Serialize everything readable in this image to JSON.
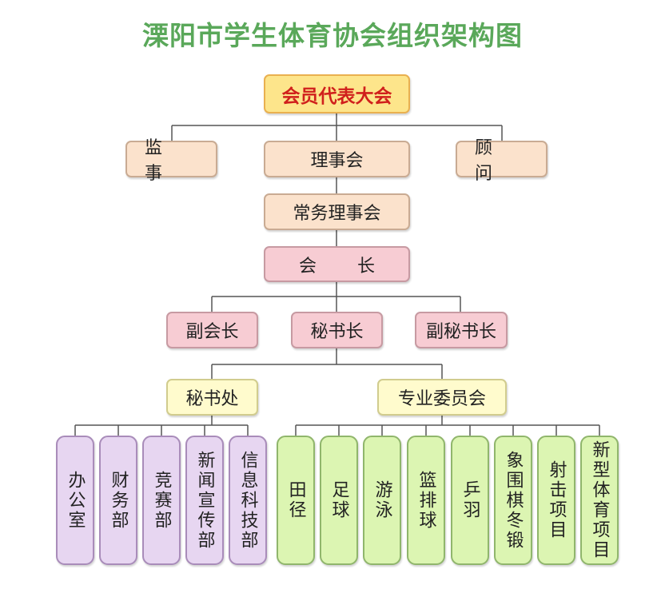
{
  "title": "溧阳市学生体育协会组织架构图",
  "nodes": {
    "assembly": "会员代表大会",
    "supervisor": "监  事",
    "council": "理事会",
    "advisor": "顾  问",
    "standing_council": "常务理事会",
    "president": "会  长",
    "vice_president": "副会长",
    "secretary_general": "秘书长",
    "deputy_secretary_general": "副秘书长",
    "secretariat": "秘书处",
    "committee": "专业委员会"
  },
  "secretariat_departments": [
    "办公室",
    "财务部",
    "竞赛部",
    "新闻宣传部",
    "信息科技部"
  ],
  "committee_projects": [
    "田径",
    "足球",
    "游泳",
    "篮排球",
    "乒羽",
    "象围棋冬锻",
    "射击项目",
    "新型体育项目"
  ],
  "colors": {
    "title": "#5aa85a",
    "assembly_text": "#d0201c",
    "assembly_fill": "#fde58b",
    "peach_fill": "#fbe2cc",
    "pink_fill": "#f7ccd3",
    "cream_fill": "#fffbcd",
    "department_fill": "#e7d6f1",
    "project_fill": "#dcf5b2",
    "line": "#555555"
  }
}
